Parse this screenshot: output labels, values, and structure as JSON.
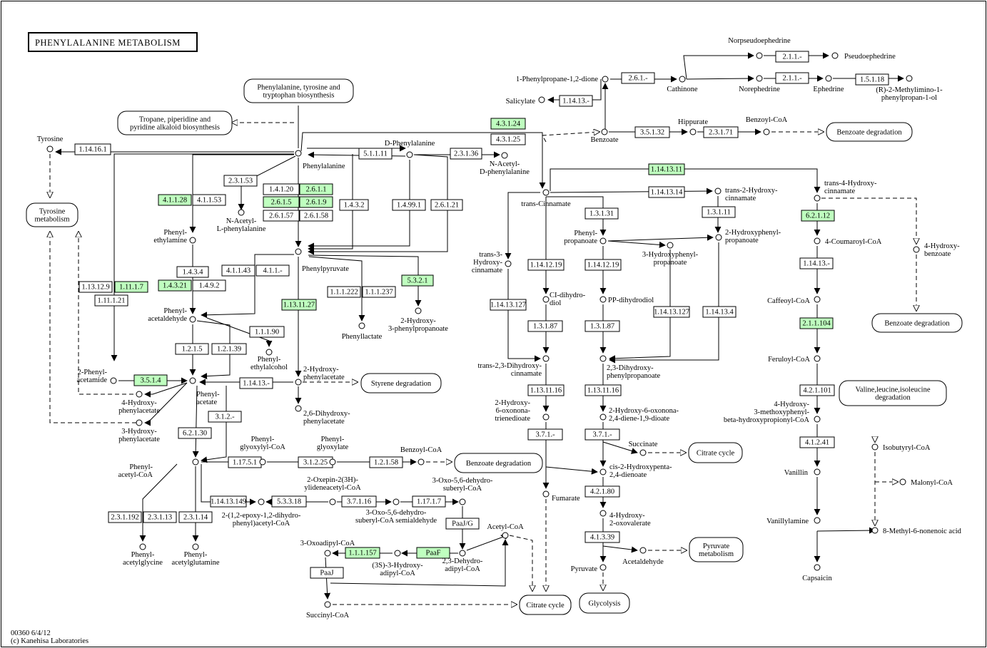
{
  "map": {
    "title": "PHENYLALANINE  METABOLISM",
    "map_id": "00360 6/4/12",
    "copyright": "(c) Kanehisa Laboratories",
    "highlight_color": "#bfffbf"
  },
  "enzymes": [
    {
      "id": "e1",
      "label": "1.14.16.1",
      "on": false
    },
    {
      "id": "e2",
      "label": "2.3.1.53",
      "on": false
    },
    {
      "id": "e3",
      "label": "4.1.1.28",
      "on": true
    },
    {
      "id": "e4",
      "label": "4.1.1.53",
      "on": false
    },
    {
      "id": "e5",
      "label": "1.4.1.20",
      "on": false
    },
    {
      "id": "e6",
      "label": "2.6.1.1",
      "on": true
    },
    {
      "id": "e7",
      "label": "2.6.1.5",
      "on": true
    },
    {
      "id": "e8",
      "label": "2.6.1.9",
      "on": true
    },
    {
      "id": "e9",
      "label": "2.6.1.57",
      "on": false
    },
    {
      "id": "e10",
      "label": "2.6.1.58",
      "on": false
    },
    {
      "id": "e11",
      "label": "1.4.3.2",
      "on": false
    },
    {
      "id": "e12",
      "label": "5.1.1.11",
      "on": false
    },
    {
      "id": "e13",
      "label": "2.3.1.36",
      "on": false
    },
    {
      "id": "e14",
      "label": "1.4.99.1",
      "on": false
    },
    {
      "id": "e15",
      "label": "2.6.1.21",
      "on": false
    },
    {
      "id": "e16",
      "label": "1.4.3.4",
      "on": false
    },
    {
      "id": "e17",
      "label": "1.4.3.21",
      "on": true
    },
    {
      "id": "e18",
      "label": "1.4.9.2",
      "on": false
    },
    {
      "id": "e19",
      "label": "4.1.1.43",
      "on": false
    },
    {
      "id": "e20",
      "label": "4.1.1.-",
      "on": false
    },
    {
      "id": "e21",
      "label": "1.13.12.9",
      "on": false
    },
    {
      "id": "e22",
      "label": "1.11.1.7",
      "on": true
    },
    {
      "id": "e23",
      "label": "1.11.1.21",
      "on": false
    },
    {
      "id": "e24",
      "label": "1.13.11.27",
      "on": true
    },
    {
      "id": "e25",
      "label": "1.1.1.222",
      "on": false
    },
    {
      "id": "e26",
      "label": "1.1.1.237",
      "on": false
    },
    {
      "id": "e27",
      "label": "5.3.2.1",
      "on": true
    },
    {
      "id": "e28",
      "label": "1.1.1.90",
      "on": false
    },
    {
      "id": "e29",
      "label": "1.2.1.5",
      "on": false
    },
    {
      "id": "e30",
      "label": "1.2.1.39",
      "on": false
    },
    {
      "id": "e31",
      "label": "3.5.1.4",
      "on": true
    },
    {
      "id": "e32",
      "label": "1.14.13.-",
      "on": false
    },
    {
      "id": "e33",
      "label": "3.1.2.-",
      "on": false
    },
    {
      "id": "e34",
      "label": "6.2.1.30",
      "on": false
    },
    {
      "id": "e35",
      "label": "1.17.5.1",
      "on": false
    },
    {
      "id": "e36",
      "label": "3.1.2.25",
      "on": false
    },
    {
      "id": "e37",
      "label": "1.2.1.58",
      "on": false
    },
    {
      "id": "e38",
      "label": "1.14.13.149",
      "on": false
    },
    {
      "id": "e39",
      "label": "5.3.3.18",
      "on": false
    },
    {
      "id": "e40",
      "label": "3.7.1.16",
      "on": false
    },
    {
      "id": "e41",
      "label": "1.17.1.7",
      "on": false
    },
    {
      "id": "e42",
      "label": "PaaJ/G",
      "on": false
    },
    {
      "id": "e43",
      "label": "2.3.1.192",
      "on": false
    },
    {
      "id": "e44",
      "label": "2.3.1.13",
      "on": false
    },
    {
      "id": "e45",
      "label": "2.3.1.14",
      "on": false
    },
    {
      "id": "e46",
      "label": "1.1.1.157",
      "on": true
    },
    {
      "id": "e47",
      "label": "PaaF",
      "on": true
    },
    {
      "id": "e48",
      "label": "PaaJ",
      "on": false
    },
    {
      "id": "e49",
      "label": "4.3.1.24",
      "on": true
    },
    {
      "id": "e50",
      "label": "4.3.1.25",
      "on": false
    },
    {
      "id": "e51",
      "label": "1.14.13.-",
      "on": false
    },
    {
      "id": "e52",
      "label": "2.6.1.-",
      "on": false
    },
    {
      "id": "e53",
      "label": "2.1.1.-",
      "on": false
    },
    {
      "id": "e54",
      "label": "2.1.1.-",
      "on": false
    },
    {
      "id": "e55",
      "label": "1.5.1.18",
      "on": false
    },
    {
      "id": "e56",
      "label": "3.5.1.32",
      "on": false
    },
    {
      "id": "e57",
      "label": "2.3.1.71",
      "on": false
    },
    {
      "id": "e58",
      "label": "1.14.13.11",
      "on": true
    },
    {
      "id": "e59",
      "label": "1.14.13.14",
      "on": false
    },
    {
      "id": "e60",
      "label": "1.3.1.31",
      "on": false
    },
    {
      "id": "e61",
      "label": "1.3.1.11",
      "on": false
    },
    {
      "id": "e62",
      "label": "6.2.1.12",
      "on": true
    },
    {
      "id": "e63",
      "label": "1.14.12.19",
      "on": false
    },
    {
      "id": "e64",
      "label": "1.14.12.19",
      "on": false
    },
    {
      "id": "e65",
      "label": "1.14.13.127",
      "on": false
    },
    {
      "id": "e66",
      "label": "1.14.13.127",
      "on": false
    },
    {
      "id": "e67",
      "label": "1.14.13.4",
      "on": false
    },
    {
      "id": "e68",
      "label": "1.14.13.-",
      "on": false
    },
    {
      "id": "e69",
      "label": "2.1.1.104",
      "on": true
    },
    {
      "id": "e70",
      "label": "1.3.1.87",
      "on": false
    },
    {
      "id": "e71",
      "label": "1.3.1.87",
      "on": false
    },
    {
      "id": "e72",
      "label": "1.13.11.16",
      "on": false
    },
    {
      "id": "e73",
      "label": "1.13.11.16",
      "on": false
    },
    {
      "id": "e74",
      "label": "3.7.1.-",
      "on": false
    },
    {
      "id": "e75",
      "label": "3.7.1.-",
      "on": false
    },
    {
      "id": "e76",
      "label": "4.2.1.101",
      "on": false
    },
    {
      "id": "e77",
      "label": "4.1.2.41",
      "on": false
    },
    {
      "id": "e78",
      "label": "4.2.1.80",
      "on": false
    },
    {
      "id": "e79",
      "label": "4.1.3.39",
      "on": false
    }
  ],
  "compounds": [
    {
      "id": "tyr",
      "label": "Tyrosine"
    },
    {
      "id": "phe",
      "label": "Phenylalanine"
    },
    {
      "id": "dphe",
      "label": "D-Phenylalanine"
    },
    {
      "id": "nacdphe",
      "lines": [
        "N-Acetyl-",
        "D-phenylalanine"
      ]
    },
    {
      "id": "naclphe",
      "lines": [
        "N-Acetyl-",
        "L-phenylalanine"
      ]
    },
    {
      "id": "pea",
      "lines": [
        "Phenyl-",
        "ethylamine"
      ]
    },
    {
      "id": "ppyr",
      "label": "Phenylpyruvate"
    },
    {
      "id": "placet",
      "lines": [
        "Phenyl-",
        "acetaldehyde"
      ]
    },
    {
      "id": "plact",
      "label": "Phenyllactate"
    },
    {
      "id": "h3pp",
      "lines": [
        "2-Hydroxy-",
        "3-phenylpropanoate"
      ]
    },
    {
      "id": "petoh",
      "lines": [
        "Phenyl-",
        "ethylalcohol"
      ]
    },
    {
      "id": "pacam",
      "lines": [
        "2-Phenyl-",
        "acetamide"
      ]
    },
    {
      "id": "pacet",
      "lines": [
        "Phenyl-",
        "acetate"
      ]
    },
    {
      "id": "h2pa",
      "lines": [
        "2-Hydroxy-",
        "phenylacetate"
      ]
    },
    {
      "id": "h4pa",
      "lines": [
        "4-Hydroxy-",
        "phenylacetate"
      ]
    },
    {
      "id": "h3pa",
      "lines": [
        "3-Hydroxy-",
        "phenylacetate"
      ]
    },
    {
      "id": "dh26pa",
      "lines": [
        "2,6-Dihydroxy-",
        "phenylacetate"
      ]
    },
    {
      "id": "pacoa",
      "lines": [
        "Phenyl-",
        "acetyl-CoA"
      ]
    },
    {
      "id": "pgcoa",
      "lines": [
        "Phenyl-",
        "glyoxylyl-CoA"
      ]
    },
    {
      "id": "pglyox",
      "lines": [
        "Phenyl-",
        "glyoxylate"
      ]
    },
    {
      "id": "bzcoa1",
      "label": "Benzoyl-CoA"
    },
    {
      "id": "oxepin",
      "lines": [
        "2-Oxepin-2(3H)-",
        "ylideneacetyl-CoA"
      ]
    },
    {
      "id": "epoxy",
      "lines": [
        "2-(1,2-epoxy-1,2-dihydro-",
        "phenyl)acetyl-CoA"
      ]
    },
    {
      "id": "oxodehyd",
      "lines": [
        "3-Oxo-5,6-dehydro-",
        "suberyl-CoA semialdehyde"
      ]
    },
    {
      "id": "oxosub",
      "lines": [
        "3-Oxo-5,6-dehydro-",
        "suberyl-CoA"
      ]
    },
    {
      "id": "pagly",
      "lines": [
        "Phenyl-",
        "acetylglycine"
      ]
    },
    {
      "id": "pagln",
      "lines": [
        "Phenyl-",
        "acetylglutamine"
      ]
    },
    {
      "id": "acoa",
      "label": "Acetyl-CoA"
    },
    {
      "id": "oxoadip",
      "label": "3-Oxoadipyl-CoA"
    },
    {
      "id": "hadip",
      "lines": [
        "(3S)-3-Hydroxy-",
        "adipyl-CoA"
      ]
    },
    {
      "id": "dehadip",
      "lines": [
        "2,3-Dehydro-",
        "adipyl-CoA"
      ]
    },
    {
      "id": "succoa",
      "label": "Succinyl-CoA"
    },
    {
      "id": "ppdione",
      "label": "1-Phenylpropane-1,2-dione"
    },
    {
      "id": "salic",
      "label": "Salicylate"
    },
    {
      "id": "cathin",
      "label": "Cathinone"
    },
    {
      "id": "norpse",
      "label": "Norpseudoephedrine"
    },
    {
      "id": "pseudo",
      "label": "Pseudoephedrine"
    },
    {
      "id": "noreph",
      "label": "Norephedrine"
    },
    {
      "id": "ephed",
      "label": "Ephedrine"
    },
    {
      "id": "methyl",
      "lines": [
        "(R)-2-Methylimino-1-",
        "phenylpropan-1-ol"
      ]
    },
    {
      "id": "benz",
      "label": "Benzoate"
    },
    {
      "id": "hipp",
      "label": "Hippurate"
    },
    {
      "id": "bzcoa2",
      "label": "Benzoyl-CoA"
    },
    {
      "id": "tcin",
      "label": "trans-Cinnamate"
    },
    {
      "id": "t4hc",
      "lines": [
        "trans-4-Hydroxy-",
        "cinnamate"
      ]
    },
    {
      "id": "t2hc",
      "lines": [
        "trans-2-Hydroxy-",
        "cinnamate"
      ]
    },
    {
      "id": "pprop",
      "lines": [
        "Phenyl-",
        "propanoate"
      ]
    },
    {
      "id": "h2pp",
      "lines": [
        "2-Hydroxyphenyl-",
        "propanoate"
      ]
    },
    {
      "id": "h3php",
      "lines": [
        "3-Hydroxyphenyl-",
        "propanoate"
      ]
    },
    {
      "id": "t3hc",
      "lines": [
        "trans-3-",
        "Hydroxy-",
        "cinnamate"
      ]
    },
    {
      "id": "cidd",
      "lines": [
        "CI-dihydro-",
        "diol"
      ]
    },
    {
      "id": "ppdd",
      "label": "PP-dihydrodiol"
    },
    {
      "id": "t23dhc",
      "lines": [
        "trans-2,3-Dihydroxy-",
        "cinnamate"
      ]
    },
    {
      "id": "dhpp",
      "lines": [
        "2,3-Dihydroxy-",
        "phenylpropanoate"
      ]
    },
    {
      "id": "hoxt",
      "lines": [
        "2-Hydroxy-",
        "6-oxonona-",
        "trienedioate"
      ]
    },
    {
      "id": "hoxd",
      "lines": [
        "2-Hydroxy-6-oxonona-",
        "2,4-diene-1,9-dioate"
      ]
    },
    {
      "id": "succ",
      "label": "Succinate"
    },
    {
      "id": "fum",
      "label": "Fumarate"
    },
    {
      "id": "hpd",
      "lines": [
        "cis-2-Hydroxypenta-",
        "2,4-dienoate"
      ]
    },
    {
      "id": "hoxv",
      "lines": [
        "4-Hydroxy-",
        "2-oxovalerate"
      ]
    },
    {
      "id": "pyr",
      "label": "Pyruvate"
    },
    {
      "id": "acald",
      "label": "Acetaldehyde"
    },
    {
      "id": "coumcoa",
      "label": "4-Coumaroyl-CoA"
    },
    {
      "id": "hbz",
      "lines": [
        "4-Hydroxy-",
        "benzoate"
      ]
    },
    {
      "id": "cafcoa",
      "label": "Caffeoyl-CoA"
    },
    {
      "id": "ferucoa",
      "label": "Feruloyl-CoA"
    },
    {
      "id": "hmpc",
      "lines": [
        "4-Hydroxy-",
        "3-methoxyphenyl-",
        "beta-hydroxypropionyl-CoA"
      ]
    },
    {
      "id": "vanil",
      "label": "Vanillin"
    },
    {
      "id": "vanam",
      "label": "Vanillylamine"
    },
    {
      "id": "caps",
      "label": "Capsaicin"
    },
    {
      "id": "isobut",
      "label": "Isobutyryl-CoA"
    },
    {
      "id": "malcoa",
      "label": "Malonyl-CoA"
    },
    {
      "id": "methnon",
      "label": "8-Methyl-6-nonenoic acid"
    }
  ],
  "pathways": [
    {
      "id": "p1",
      "lines": [
        "Phenylalanine, tyrosine and",
        "tryptophan biosynthesis"
      ]
    },
    {
      "id": "p2",
      "lines": [
        "Tropane, piperidine and",
        "pyridine alkaloid biosynthesis"
      ]
    },
    {
      "id": "p3",
      "lines": [
        "Tyrosine",
        "metabolism"
      ]
    },
    {
      "id": "p4",
      "lines": [
        "Styrene degradation"
      ]
    },
    {
      "id": "p5",
      "lines": [
        "Benzoate degradation"
      ]
    },
    {
      "id": "p6",
      "lines": [
        "Citrate cycle"
      ]
    },
    {
      "id": "p7",
      "lines": [
        "Benzoate degradation"
      ]
    },
    {
      "id": "p8",
      "lines": [
        "Benzoate degradation"
      ]
    },
    {
      "id": "p9",
      "lines": [
        "Citrate cycle"
      ]
    },
    {
      "id": "p10",
      "lines": [
        "Pyruvate",
        "metabolism"
      ]
    },
    {
      "id": "p11",
      "lines": [
        "Glycolysis"
      ]
    },
    {
      "id": "p12",
      "lines": [
        "Valine,leucine,isoleucine",
        "degradation"
      ]
    },
    {
      "id": "p13",
      "lines": [
        "Citrate cycle"
      ]
    }
  ]
}
